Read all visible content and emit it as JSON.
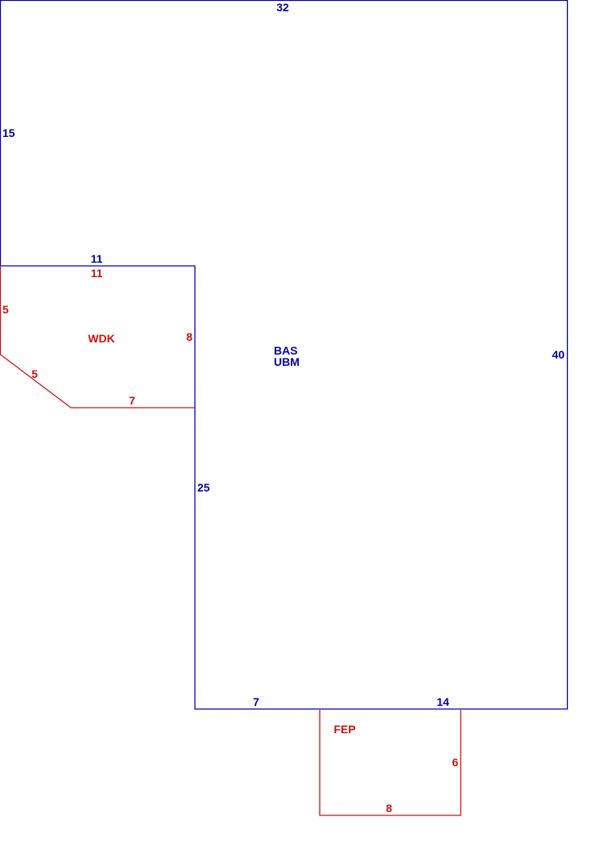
{
  "colors": {
    "main_outline": "#0000a8",
    "addition_outline": "#d01010",
    "background": "#ffffff"
  },
  "areas": {
    "main": {
      "code_1": "BAS",
      "code_2": "UBM",
      "dims": {
        "top": "32",
        "left_upper": "15",
        "notch_top": "11",
        "right": "40",
        "notch_side": "25",
        "bottom_left": "7",
        "bottom_right": "14"
      }
    },
    "wdk": {
      "code": "WDK",
      "dims": {
        "top": "11",
        "left": "5",
        "diagonal": "5",
        "bottom": "7",
        "right": "8"
      }
    },
    "fep": {
      "code": "FEP",
      "dims": {
        "right": "6",
        "bottom": "8"
      }
    }
  }
}
